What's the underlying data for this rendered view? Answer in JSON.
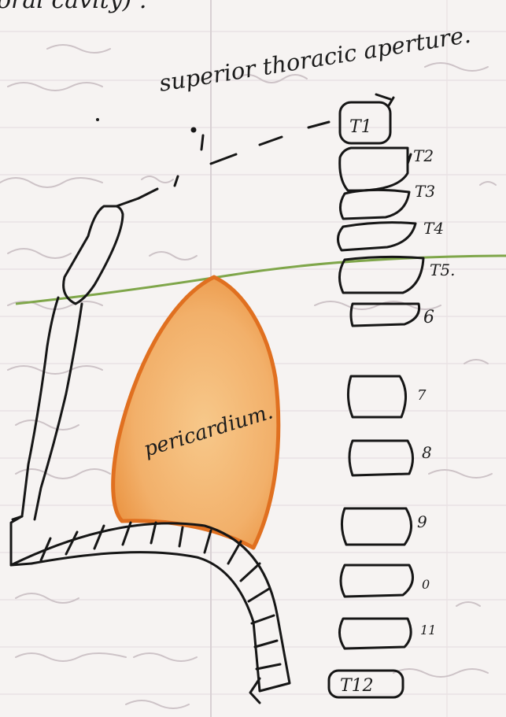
{
  "page": {
    "header_fragment": "oral cavity) .",
    "title": "superior thoracic aperture.",
    "organ_label": "pericardium."
  },
  "vertebrae": [
    {
      "label": "T1"
    },
    {
      "label": "T2"
    },
    {
      "label": "T3"
    },
    {
      "label": "T4"
    },
    {
      "label": "T5."
    },
    {
      "label": "6"
    },
    {
      "label": "7"
    },
    {
      "label": "8"
    },
    {
      "label": "9"
    },
    {
      "label": "0"
    },
    {
      "label": "11"
    },
    {
      "label": "T12"
    }
  ],
  "colors": {
    "paper": "#f6f3f2",
    "ink": "#161616",
    "pericardium_fill": "#f0b065",
    "pericardium_edge": "#e2701c",
    "plane_line": "#7fa64a",
    "show_through": "#c9bfc3",
    "ruling": "#e4dddf"
  }
}
